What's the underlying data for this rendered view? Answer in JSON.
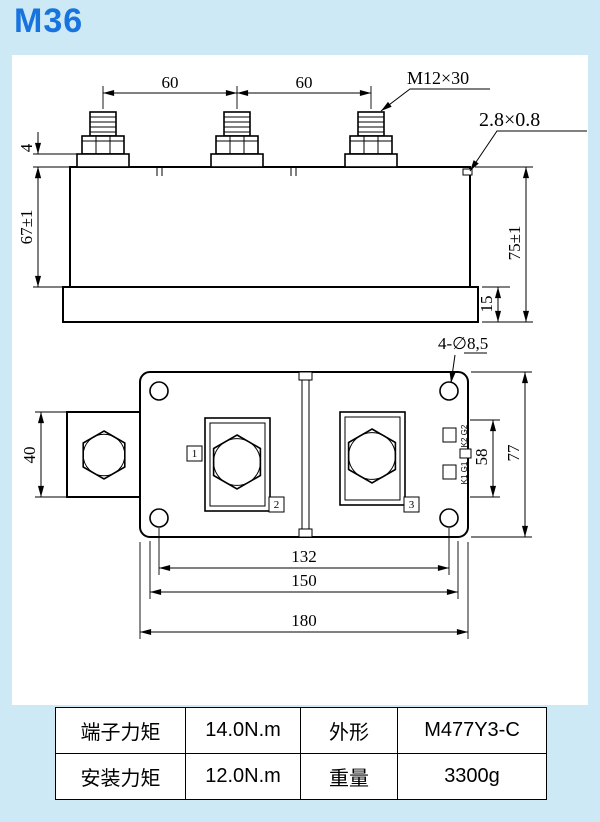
{
  "title": "M36",
  "colors": {
    "background": "#cde9f5",
    "panel": "#ffffff",
    "title_blue": "#1773dd",
    "line": "#000000"
  },
  "side_view": {
    "dim_pitch_left": "60",
    "dim_pitch_right": "60",
    "thread_callout": "M12×30",
    "tab_callout": "2.8×0.8",
    "dim_step": "4",
    "dim_body_height": "67±1",
    "dim_total_height": "75±1",
    "dim_base_height": "15"
  },
  "top_view": {
    "dim_lug_width": "40",
    "hole_callout": "4-∅8,5",
    "dim_ctrl_span": "58",
    "dim_width": "77",
    "dim_hole_pitch": "132",
    "dim_hole_outer": "150",
    "dim_length": "180",
    "terminal_1": "1",
    "terminal_2": "2",
    "terminal_3": "3",
    "ctrl_label_top": "K2 G2",
    "ctrl_label_bottom": "K1 G1"
  },
  "spec_table": {
    "rows": [
      {
        "label1": "端子力矩",
        "value1": "14.0N.m",
        "label2": "外形",
        "value2": "M477Y3-C"
      },
      {
        "label1": "安装力矩",
        "value1": "12.0N.m",
        "label2": "重量",
        "value2": "3300g"
      }
    ]
  }
}
